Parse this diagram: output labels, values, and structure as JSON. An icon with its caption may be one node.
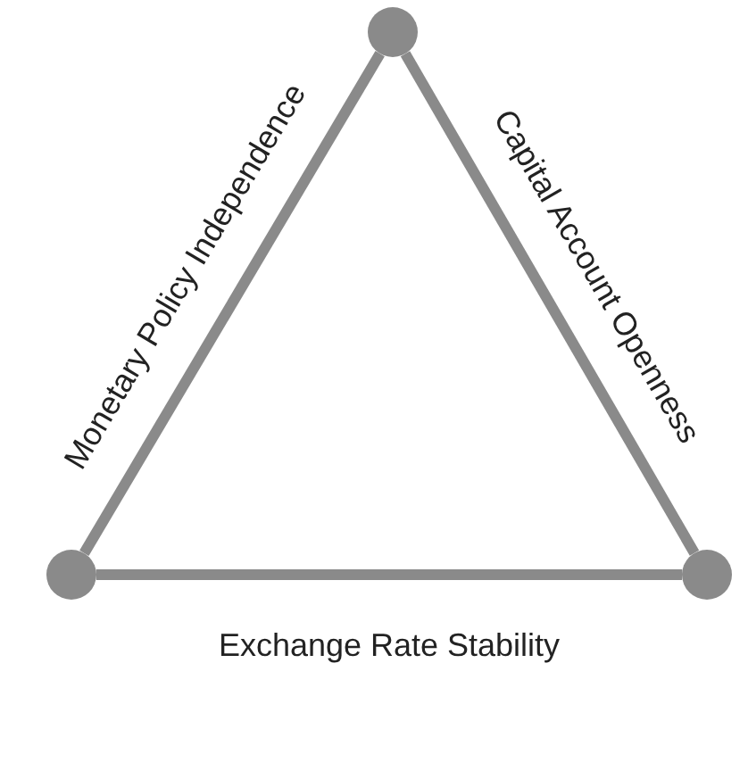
{
  "diagram": {
    "nodes": [
      {
        "text": [],
        "shape": "circle"
      },
      {
        "text": [],
        "shape": "circle"
      },
      {
        "text": [],
        "shape": "circle"
      }
    ],
    "edges": [
      {
        "from": 0,
        "to": 1,
        "arrow": "none",
        "label": "Monetary Policy Independence"
      },
      {
        "from": 0,
        "to": 2,
        "arrow": "none",
        "label": "Capital Account Openness"
      },
      {
        "from": 1,
        "to": 2,
        "arrow": "none",
        "label": "Exchange Rate Stability"
      }
    ]
  }
}
